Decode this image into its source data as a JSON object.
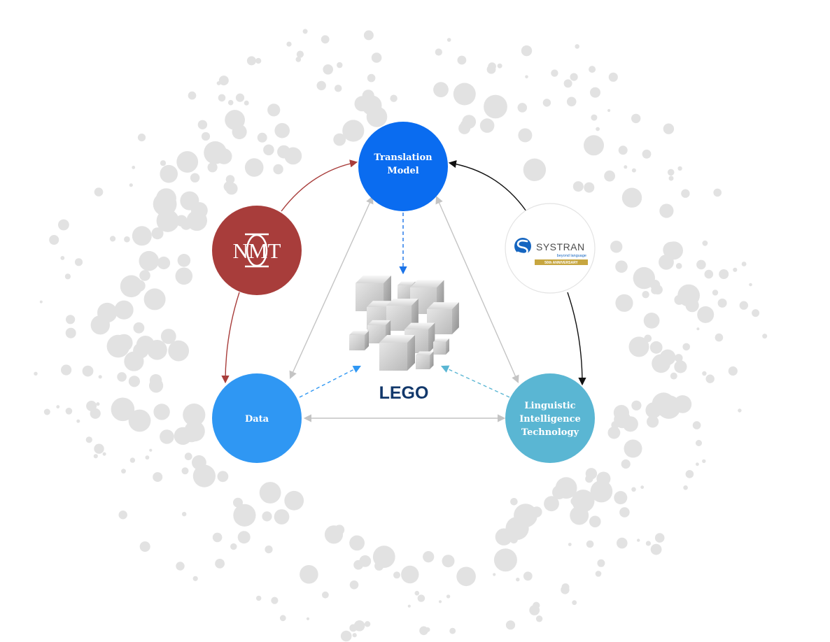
{
  "nodes": {
    "translation_model": {
      "line1": "Translation",
      "line2": "Model",
      "color": "#0a6cf0"
    },
    "data": {
      "line1": "Data",
      "color": "#2f97f3"
    },
    "lit": {
      "line1": "Linguistic",
      "line2": "Intelligence",
      "line3": "Technology",
      "color": "#5ab6d3"
    },
    "nmt": {
      "logo_text": "NMT",
      "color": "#a83d3b"
    },
    "systran": {
      "name": "SYSTRAN",
      "tagline": "beyond language",
      "anniversary": "50th ANNIVERSARY",
      "gold": "#c7a640"
    }
  },
  "center": {
    "label": "LEGO"
  },
  "colors": {
    "nmt_arrows": "#a83d3b",
    "systran_arrows": "#111111",
    "triangle_arrows": "#c4c4c4",
    "dashed_blue": "#1a73e8",
    "dashed_teal": "#5ab6d3",
    "dots": "#e2e2e2"
  }
}
